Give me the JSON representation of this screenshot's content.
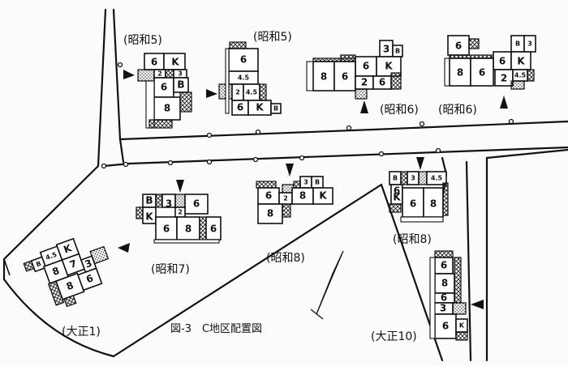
{
  "figure": {
    "title": "図-3　C地区配置図"
  },
  "houses": [
    {
      "era": "(昭和5)",
      "rooms": [
        "6",
        "K",
        "2",
        "3",
        "6",
        "B",
        "8"
      ]
    },
    {
      "era": "(昭和5)",
      "rooms": [
        "6",
        "4.5",
        "2",
        "4.5",
        "6",
        "K",
        "B"
      ]
    },
    {
      "era": "(昭和6)",
      "rooms": [
        "3",
        "B",
        "6",
        "K",
        "8",
        "6",
        "2",
        "6"
      ]
    },
    {
      "era": "(昭和6)",
      "rooms": [
        "6",
        "B",
        "3",
        "6",
        "K",
        "8",
        "6",
        "2",
        "4.5"
      ]
    },
    {
      "era": "(昭和7)",
      "rooms": [
        "B",
        "3",
        "6",
        "2",
        "K",
        "6",
        "8",
        "6"
      ]
    },
    {
      "era": "(昭和8)",
      "rooms": [
        "3",
        "B",
        "6",
        "2",
        "8",
        "K",
        "8"
      ]
    },
    {
      "era": "(昭和8)",
      "rooms": [
        "B",
        "3",
        "4.5",
        "6",
        "K",
        "6",
        "8"
      ]
    },
    {
      "era": "(大正1)",
      "rooms": [
        "B",
        "4.5",
        "K",
        "7",
        "8",
        "3",
        "8",
        "6"
      ]
    },
    {
      "era": "(大正10)",
      "rooms": [
        "6",
        "8",
        "6",
        "3",
        "6",
        "K"
      ]
    }
  ]
}
